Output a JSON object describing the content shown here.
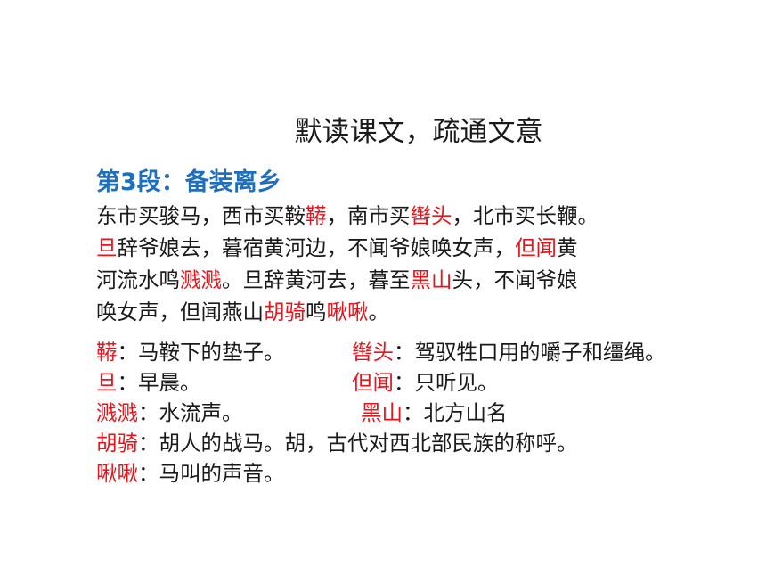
{
  "title": "默读课文，疏通文意",
  "heading": "第3段：备装离乡",
  "paragraph": [
    [
      {
        "t": "东市买骏马，西市买鞍",
        "red": false
      },
      {
        "t": "鞯",
        "red": true
      },
      {
        "t": "，南市买",
        "red": false
      },
      {
        "t": "辔头",
        "red": true
      },
      {
        "t": "，北市买长鞭。",
        "red": false
      }
    ],
    [
      {
        "t": "旦",
        "red": true
      },
      {
        "t": "辞爷娘去，暮宿黄河边，不闻爷娘唤女声，",
        "red": false
      },
      {
        "t": "但闻",
        "red": true
      },
      {
        "t": "黄",
        "red": false
      }
    ],
    [
      {
        "t": "河流水鸣",
        "red": false
      },
      {
        "t": "溅溅",
        "red": true
      },
      {
        "t": "。旦辞黄河去，暮至",
        "red": false
      },
      {
        "t": "黑山",
        "red": true
      },
      {
        "t": "头，不闻爷娘",
        "red": false
      }
    ],
    [
      {
        "t": "唤女声，但闻燕山",
        "red": false
      },
      {
        "t": "胡骑",
        "red": true
      },
      {
        "t": "鸣",
        "red": false
      },
      {
        "t": "啾啾",
        "red": true
      },
      {
        "t": "。",
        "red": false
      }
    ]
  ],
  "glosses": [
    {
      "term": "鞯",
      "sep": "：",
      "def": "马鞍下的垫子。"
    },
    {
      "term": "辔头",
      "sep": "：",
      "def": "驾驭牲口用的嚼子和缰绳。"
    },
    {
      "term": "旦",
      "sep": "：",
      "def": "早晨。"
    },
    {
      "term": "但闻",
      "sep": "：",
      "def": "只听见。"
    },
    {
      "term": "溅溅",
      "sep": "：",
      "def": "水流声。"
    },
    {
      "term": "黑山",
      "sep": "：",
      "def": "北方山名"
    },
    {
      "term": "胡骑",
      "sep": "：",
      "def": "胡人的战马。胡，古代对西北部民族的称呼。"
    },
    {
      "term": "啾啾",
      "sep": "：",
      "def": "马叫的声音。"
    }
  ],
  "colors": {
    "heading": "#1f6fbf",
    "highlight": "#e8141b",
    "text": "#1a1a1a"
  }
}
